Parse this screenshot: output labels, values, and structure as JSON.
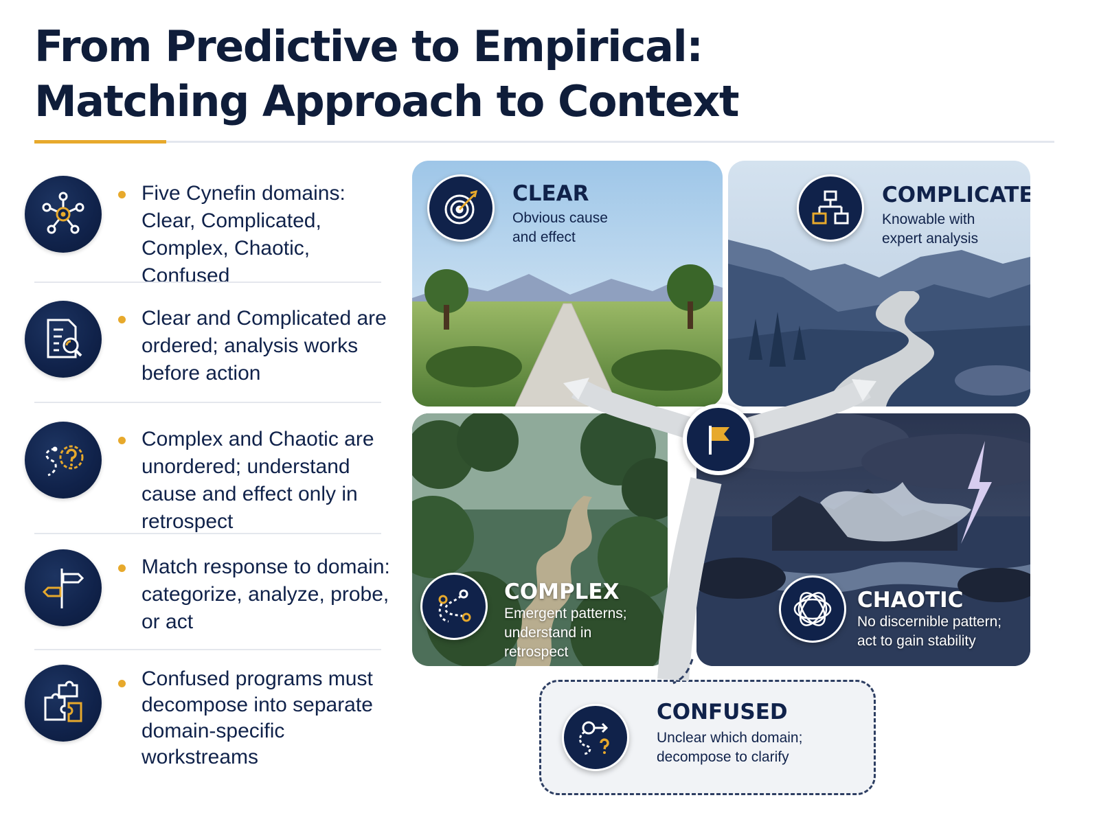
{
  "title": {
    "line1": "From Predictive to Empirical:",
    "line2": "Matching Approach to Context"
  },
  "bullets": [
    {
      "icon": "network-nodes-icon",
      "text": "Five Cynefin domains: Clear, Complicated, Complex, Chaotic, Confused"
    },
    {
      "icon": "document-analysis-icon",
      "text": "Clear and Complicated are ordered; analysis works before action"
    },
    {
      "icon": "question-path-icon",
      "text": "Complex and Chaotic are unordered; understand cause and effect only in retrospect"
    },
    {
      "icon": "signpost-icon",
      "text": "Match response to domain: categorize, analyze, probe, or act"
    },
    {
      "icon": "puzzle-pieces-icon",
      "text": "Confused programs must decompose into separate domain-specific workstreams"
    }
  ],
  "domains": {
    "clear": {
      "title": "CLEAR",
      "desc1": "Obvious cause",
      "desc2": "and effect",
      "icon": "target-icon"
    },
    "complicated": {
      "title": "COMPLICATED",
      "desc1": "Knowable with",
      "desc2": "expert analysis",
      "icon": "org-chart-icon"
    },
    "complex": {
      "title": "COMPLEX",
      "desc1": "Emergent patterns;",
      "desc2": "understand in",
      "desc3": "retrospect",
      "icon": "winding-path-icon"
    },
    "chaotic": {
      "title": "CHAOTIC",
      "desc1": "No discernible pattern;",
      "desc2": "act to gain stability",
      "icon": "tangled-orbit-icon"
    },
    "confused": {
      "title": "CONFUSED",
      "desc1": "Unclear which domain;",
      "desc2": "decompose to clarify",
      "icon": "confused-path-icon"
    }
  },
  "colors": {
    "navy": "#10224a",
    "gold": "#e7a92c"
  }
}
